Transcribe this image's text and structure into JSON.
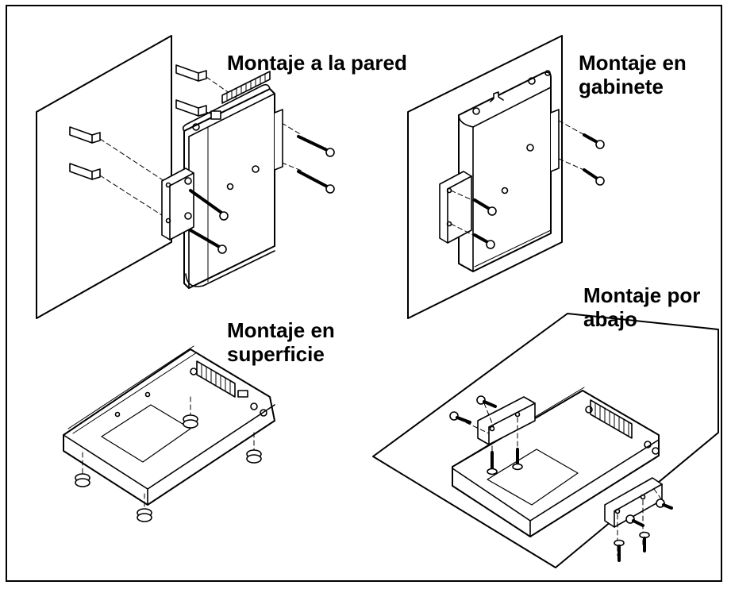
{
  "labels": {
    "wall": "Montaje a la pared",
    "cabinet_line1": "Montaje en",
    "cabinet_line2": "gabinete",
    "surface_line1": "Montaje en",
    "surface_line2": "superficie",
    "under_line1": "Montaje por",
    "under_line2": "abajo"
  },
  "colors": {
    "ink": "#000000",
    "paper": "#ffffff"
  }
}
